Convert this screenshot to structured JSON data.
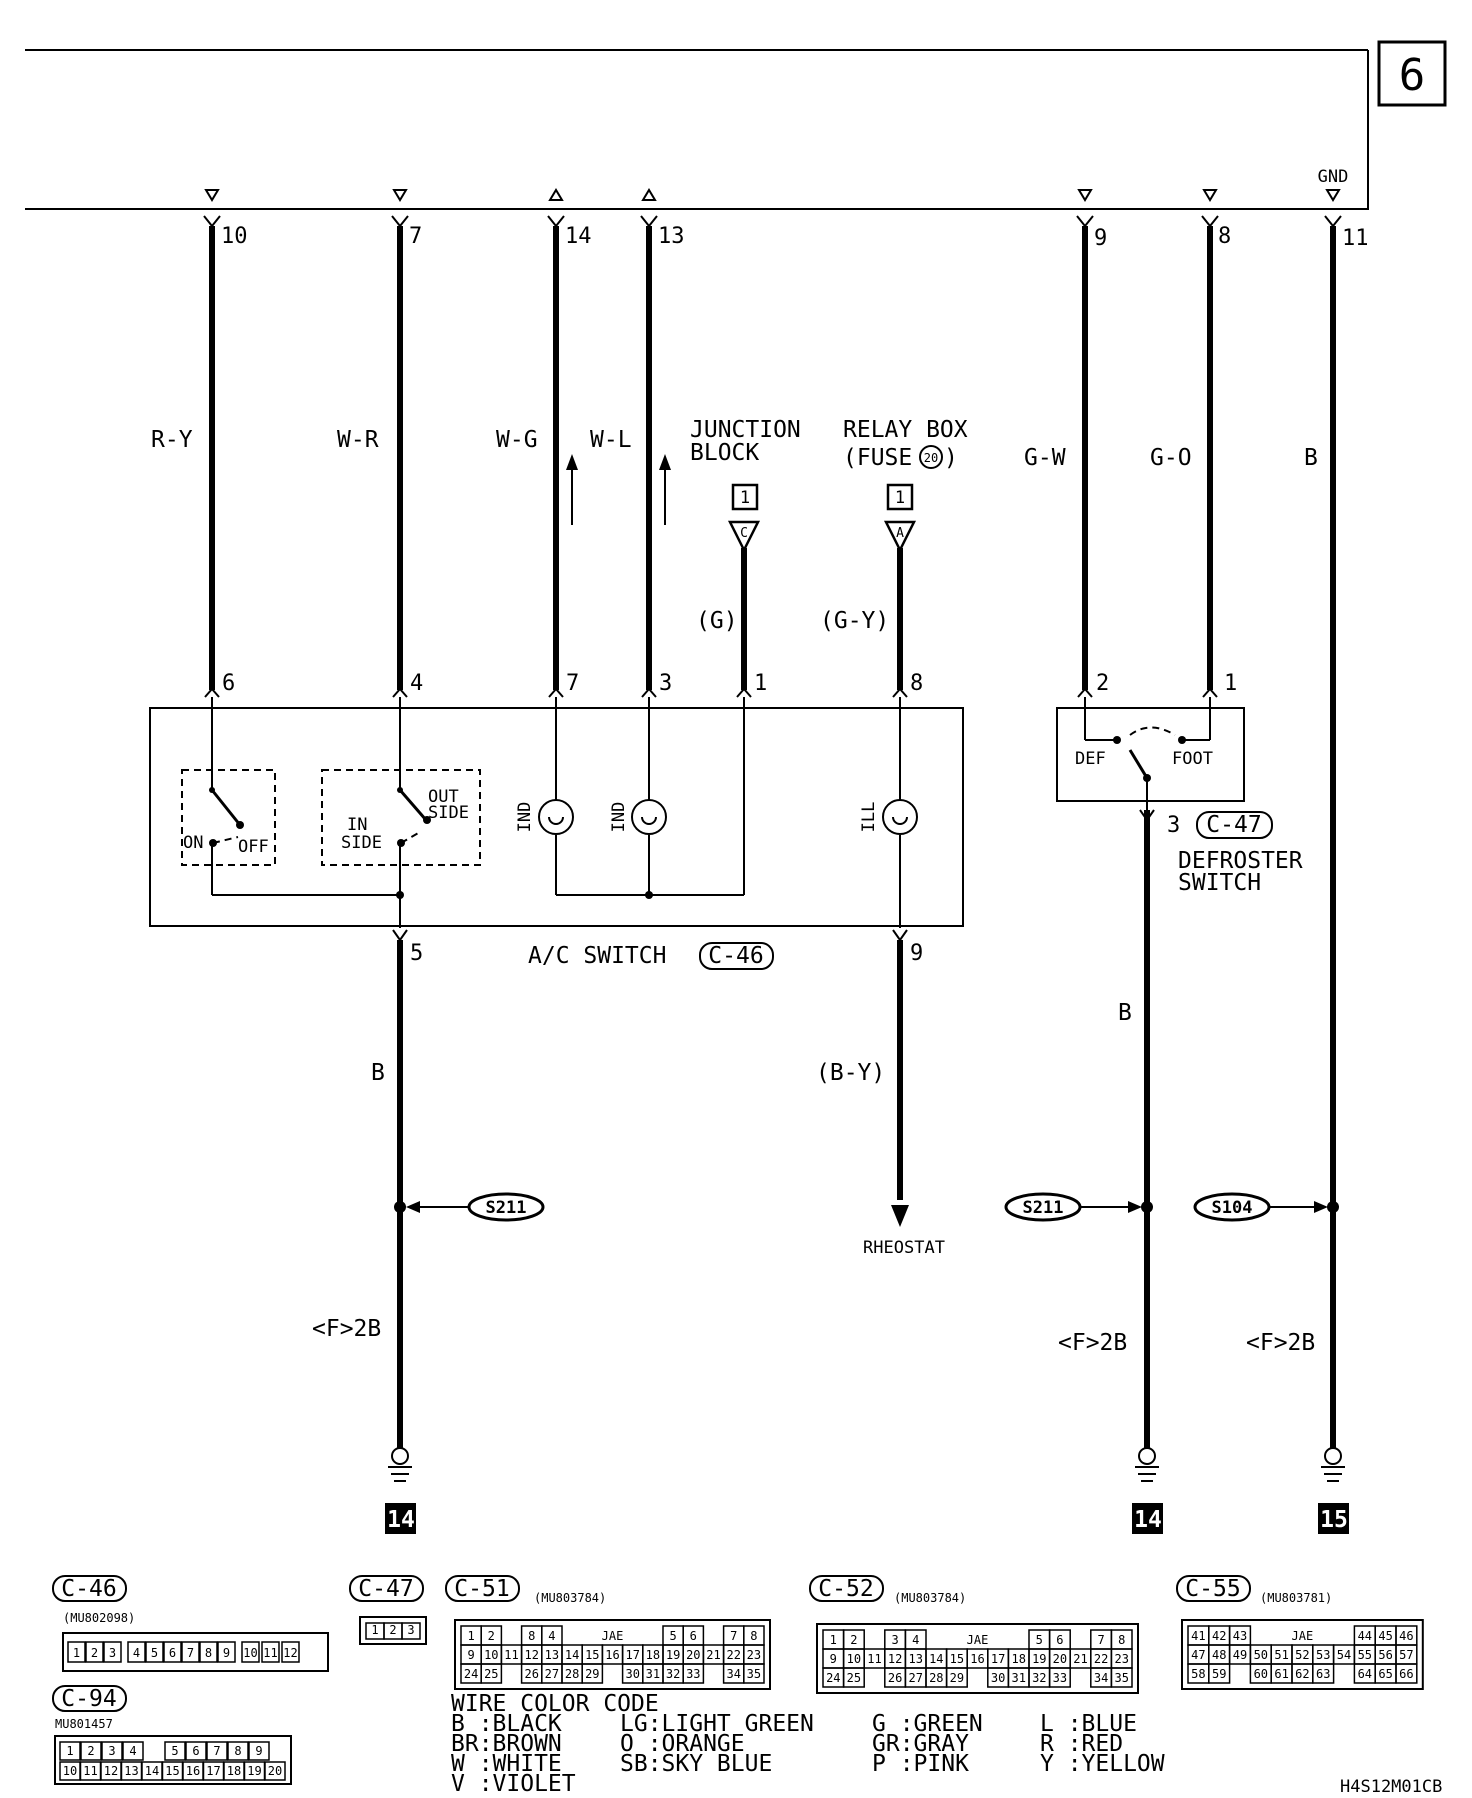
{
  "page_tab": "6",
  "header": {
    "gnd": "GND",
    "pins": [
      "10",
      "7",
      "14",
      "13",
      "9",
      "8",
      "11"
    ]
  },
  "wires": {
    "ry": "R-Y",
    "wr": "W-R",
    "wg": "W-G",
    "wl": "W-L",
    "gw": "G-W",
    "go": "G-O",
    "b_right": "B",
    "b_left": "B",
    "b_def": "B",
    "g": "(G)",
    "gy": "(G-Y)",
    "by": "(B-Y)",
    "f2b_left": "<F>2B",
    "f2b_mid": "<F>2B",
    "f2b_right": "<F>2B"
  },
  "junction": {
    "line1": "JUNCTION",
    "line2": "BLOCK",
    "box": "1",
    "conn": "C"
  },
  "relay": {
    "line1": "RELAY BOX",
    "line2": "(FUSE",
    "fuse": "20",
    "line2_end": ")",
    "box": "1",
    "conn": "A"
  },
  "ac_switch": {
    "label": "A/C SWITCH",
    "connector": "C-46",
    "top_pins": [
      "6",
      "4",
      "7",
      "3",
      "1",
      "8"
    ],
    "bottom_pins": [
      "5",
      "9"
    ],
    "on": "ON",
    "off": "OFF",
    "in": "IN",
    "in_side": "SIDE",
    "out": "OUT",
    "out_side": "SIDE",
    "ind1": "IND",
    "ind2": "IND",
    "ill": "ILL"
  },
  "defroster": {
    "pins": [
      "2",
      "1",
      "3"
    ],
    "def": "DEF",
    "foot": "FOOT",
    "connector": "C-47",
    "line1": "DEFROSTER",
    "line2": "SWITCH"
  },
  "splices": [
    "S211",
    "S211",
    "S104"
  ],
  "rheostat": "RHEOSTAT",
  "grounds": [
    "14",
    "14",
    "15"
  ],
  "connectors": {
    "c46": {
      "name": "C-46",
      "part": "(MU802098)",
      "pins": [
        "1",
        "2",
        "3",
        "4",
        "5",
        "6",
        "7",
        "8",
        "9",
        "10",
        "11",
        "12"
      ]
    },
    "c94": {
      "name": "C-94",
      "part": "MU801457",
      "row1": [
        "1",
        "2",
        "3",
        "4",
        "",
        "5",
        "6",
        "7",
        "8",
        "9"
      ],
      "row2": [
        "10",
        "11",
        "12",
        "13",
        "14",
        "15",
        "16",
        "17",
        "18",
        "19",
        "20"
      ]
    },
    "c47": {
      "name": "C-47",
      "pins": [
        "1",
        "2",
        "3"
      ]
    },
    "c51": {
      "name": "C-51",
      "part": "(MU803784)"
    },
    "c52": {
      "name": "C-52",
      "part": "(MU803784)"
    },
    "c55": {
      "name": "C-55",
      "part": "(MU803781)"
    },
    "jae": "JAE",
    "c51_rows": [
      [
        "1",
        "2",
        "",
        "8",
        "4",
        "",
        "",
        "",
        "",
        "",
        "5",
        "6",
        "",
        "7",
        "8"
      ],
      [
        "9",
        "10",
        "11",
        "12",
        "13",
        "14",
        "15",
        "16",
        "17",
        "18",
        "19",
        "20",
        "21",
        "22",
        "23"
      ],
      [
        "24",
        "25",
        "",
        "26",
        "27",
        "28",
        "29",
        "",
        "30",
        "31",
        "32",
        "33",
        "",
        "34",
        "35"
      ]
    ],
    "c52_rows": [
      [
        "1",
        "2",
        "",
        "3",
        "4",
        "",
        "",
        "",
        "",
        "",
        "5",
        "6",
        "",
        "7",
        "8"
      ],
      [
        "9",
        "10",
        "11",
        "12",
        "13",
        "14",
        "15",
        "16",
        "17",
        "18",
        "19",
        "20",
        "21",
        "22",
        "23"
      ],
      [
        "24",
        "25",
        "",
        "26",
        "27",
        "28",
        "29",
        "",
        "30",
        "31",
        "32",
        "33",
        "",
        "34",
        "35"
      ]
    ],
    "c55_rows": [
      [
        "41",
        "42",
        "43",
        "",
        "",
        "",
        "",
        "",
        "44",
        "45",
        "46"
      ],
      [
        "47",
        "48",
        "49",
        "50",
        "51",
        "52",
        "53",
        "54",
        "55",
        "56",
        "57"
      ],
      [
        "58",
        "59",
        "",
        "60",
        "61",
        "62",
        "63",
        "",
        "64",
        "65",
        "66"
      ]
    ]
  },
  "color_code": {
    "title": "WIRE COLOR CODE",
    "col1": [
      "B :BLACK",
      "BR:BROWN",
      "W :WHITE",
      "V :VIOLET"
    ],
    "col2": [
      "LG:LIGHT GREEN",
      "O :ORANGE",
      "SB:SKY BLUE"
    ],
    "col3": [
      "G :GREEN",
      "GR:GRAY",
      "P :PINK"
    ],
    "col4": [
      "L :BLUE",
      "R :RED",
      "Y :YELLOW"
    ]
  },
  "doc_id": "H4S12M01CB"
}
